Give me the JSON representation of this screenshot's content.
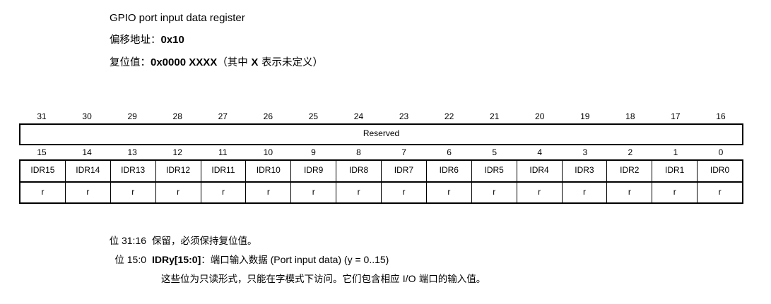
{
  "header": {
    "title": "GPIO port input data register",
    "offset_label": "偏移地址：",
    "offset_value": "0x10",
    "reset_label": "复位值：",
    "reset_value": "0x0000 XXXX",
    "reset_note_open": "（其中 ",
    "reset_note_x": "X",
    "reset_note_close": " 表示未定义）"
  },
  "register": {
    "high_bits": [
      "31",
      "30",
      "29",
      "28",
      "27",
      "26",
      "25",
      "24",
      "23",
      "22",
      "21",
      "20",
      "19",
      "18",
      "17",
      "16"
    ],
    "reserved_label": "Reserved",
    "low_bits": [
      "15",
      "14",
      "13",
      "12",
      "11",
      "10",
      "9",
      "8",
      "7",
      "6",
      "5",
      "4",
      "3",
      "2",
      "1",
      "0"
    ],
    "field_names": [
      "IDR15",
      "IDR14",
      "IDR13",
      "IDR12",
      "IDR11",
      "IDR10",
      "IDR9",
      "IDR8",
      "IDR7",
      "IDR6",
      "IDR5",
      "IDR4",
      "IDR3",
      "IDR2",
      "IDR1",
      "IDR0"
    ],
    "access": [
      "r",
      "r",
      "r",
      "r",
      "r",
      "r",
      "r",
      "r",
      "r",
      "r",
      "r",
      "r",
      "r",
      "r",
      "r",
      "r"
    ]
  },
  "descriptions": [
    {
      "bit_prefix": "位",
      "bit_range": "31:16",
      "text_cjk": "保留，必须保持复位值。"
    },
    {
      "bit_prefix": "位",
      "bit_range": "15:0",
      "field": "IDRy[15:0]",
      "colon": "：",
      "text_cjk": "端口输入数据",
      "text_latin": " (Port input data) (y = 0..15)",
      "sub_line_a": "这些位为只读形式，只能在字模式下访问。它们包含相应 ",
      "sub_line_io": "I/O",
      "sub_line_b": " 端口的输入值。"
    }
  ]
}
